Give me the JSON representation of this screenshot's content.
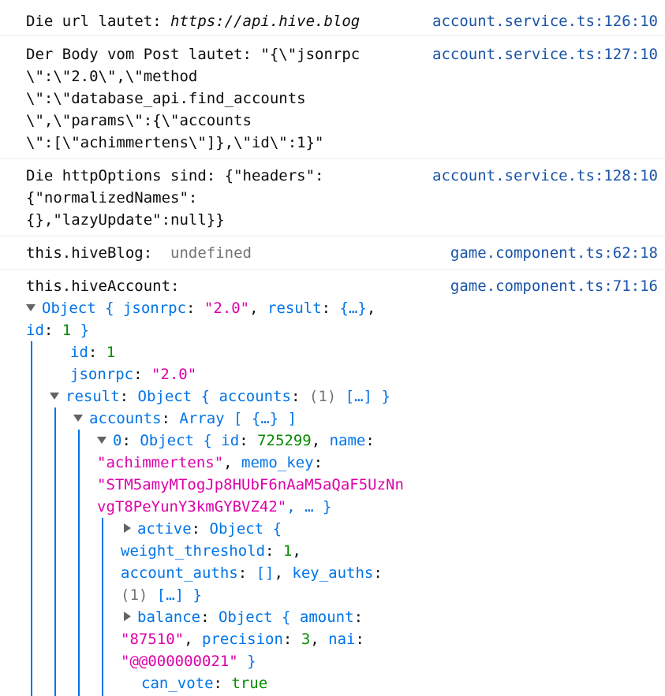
{
  "messages": {
    "url": {
      "text": "Die url lautet: ",
      "url": "https://api.hive.blog",
      "source": "account.service.ts:126:10"
    },
    "body": {
      "lines": [
        "Der Body vom Post lautet: \"{\\\"jsonrpc",
        "\\\":\\\"2.0\\\",\\\"method",
        "\\\":\\\"database_api.find_accounts",
        "\\\",\\\"params\\\":{\\\"accounts",
        "\\\":[\\\"achimmertens\\\"]},\\\"id\\\":1}\""
      ],
      "source": "account.service.ts:127:10"
    },
    "http": {
      "lines": [
        "Die httpOptions sind: {\"headers\":",
        "{\"normalizedNames\":",
        "{},\"lazyUpdate\":null}}"
      ],
      "source": "account.service.ts:128:10"
    },
    "hiveblog": {
      "label": "this.hiveBlog:",
      "value": "undefined",
      "source": "game.component.ts:62:18"
    },
    "hiveaccount": {
      "label": "this.hiveAccount:",
      "source": "game.component.ts:71:16"
    }
  },
  "tree": {
    "root_obj": "Object { ",
    "root_k1": "jsonrpc",
    "root_v1": "\"2.0\"",
    "root_k2": "result",
    "root_v2": "{…}",
    "root_k3": "id",
    "root_v3": "1",
    "root_close": " }",
    "id_key": "id",
    "id_val": "1",
    "jsonrpc_key": "jsonrpc",
    "jsonrpc_val": "\"2.0\"",
    "result_key": "result",
    "result_obj": "Object { ",
    "result_inner_key": "accounts",
    "result_inner_count": "(1)",
    "result_inner_val": "[…]",
    "result_close": " }",
    "accounts_key": "accounts",
    "accounts_preview": "Array [ {…} ]",
    "item0_key": "0",
    "item0_obj": "Object { ",
    "item0_id_key": "id",
    "item0_id_val": "725299",
    "item0_name_key": "name",
    "item0_name_val": "\"achimmertens\"",
    "item0_memo_key": "memo_key",
    "item0_memo_val1": "\"STM5amyMTogJp8HUbF6nAaM5aQaF5UzNn",
    "item0_memo_val2": "vgT8PeYunY3kmGYBVZ42\"",
    "item0_close": ", … }",
    "active_key": "active",
    "active_obj": "Object {",
    "active_wt_key": "weight_threshold",
    "active_wt_val": "1",
    "active_aa_key": "account_auths",
    "active_aa_val": "[]",
    "active_ka_key": "key_auths",
    "active_ka_count": "(1)",
    "active_ka_val": "[…]",
    "active_close": " }",
    "balance_key": "balance",
    "balance_obj": "Object { ",
    "balance_amount_key": "amount",
    "balance_amount_val": "\"87510\"",
    "balance_prec_key": "precision",
    "balance_prec_val": "3",
    "balance_nai_key": "nai",
    "balance_nai_val": "\"@@000000021\"",
    "balance_close": " }",
    "canvote_key": "can_vote",
    "canvote_val": "true"
  }
}
